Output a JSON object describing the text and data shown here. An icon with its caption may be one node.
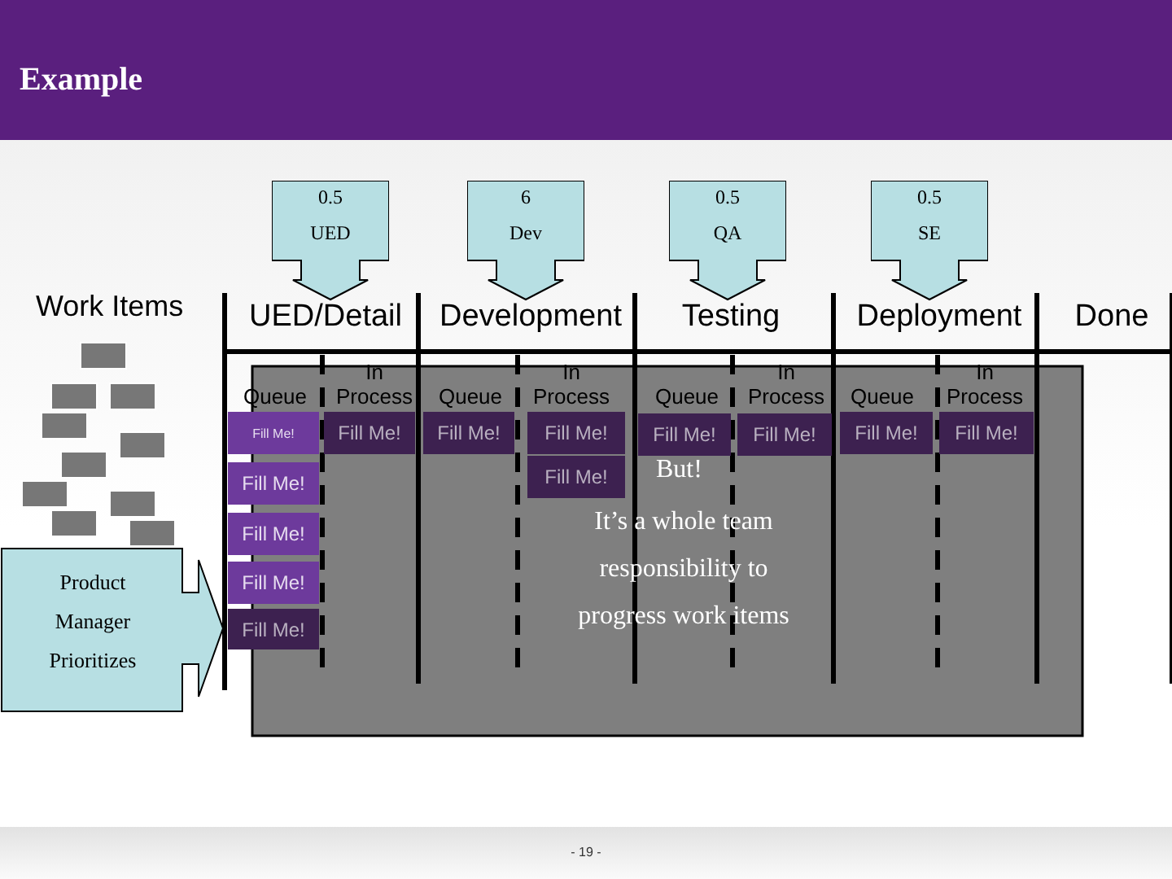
{
  "diagram": {
    "title": "Example",
    "nodes": [
      {
        "text": [
          "0.5",
          "UED"
        ]
      },
      {
        "text": [
          "6",
          "Dev"
        ]
      },
      {
        "text": [
          "0.5",
          "QA"
        ]
      },
      {
        "text": [
          "0.5",
          "SE"
        ]
      },
      {
        "text": [],
        "shape": "box"
      },
      {
        "text": [],
        "shape": "box"
      },
      {
        "text": [],
        "shape": "box"
      },
      {
        "text": [],
        "shape": "box"
      },
      {
        "text": [],
        "shape": "box"
      },
      {
        "text": [],
        "shape": "box"
      },
      {
        "text": [],
        "shape": "box"
      },
      {
        "text": [],
        "shape": "box"
      },
      {
        "text": [],
        "shape": "box"
      },
      {
        "text": [],
        "shape": "box"
      },
      {
        "text": [
          "Fill Me!"
        ]
      },
      {
        "text": [
          "Fill Me!"
        ]
      },
      {
        "text": [
          "Fill Me!"
        ]
      },
      {
        "text": [
          "Fill Me!"
        ]
      },
      {
        "text": [
          "Fill Me!"
        ]
      },
      {
        "text": [
          "Fill Me!"
        ]
      },
      {
        "text": [
          "Fill Me!"
        ]
      },
      {
        "text": [
          "Fill Me!"
        ]
      },
      {
        "text": [
          "Fill Me!"
        ]
      },
      {
        "text": [
          "Fill Me!"
        ]
      },
      {
        "text": [
          "Fill Me!"
        ]
      },
      {
        "text": [
          "Fill Me!"
        ]
      },
      {
        "text": [
          "Fill Me!"
        ]
      },
      {
        "text": [
          "Product Manager Prioritizes"
        ]
      }
    ],
    "labels": [
      "Work Items",
      "UED/Detail",
      "Development",
      "Testing",
      "Deployment",
      "Done",
      "Queue",
      "In Process",
      "Queue",
      "In Process",
      "Queue",
      "In Process",
      "Queue",
      "In Process",
      "But!",
      "It’s a whole team responsibility to progress work items",
      "- 19 -"
    ]
  }
}
